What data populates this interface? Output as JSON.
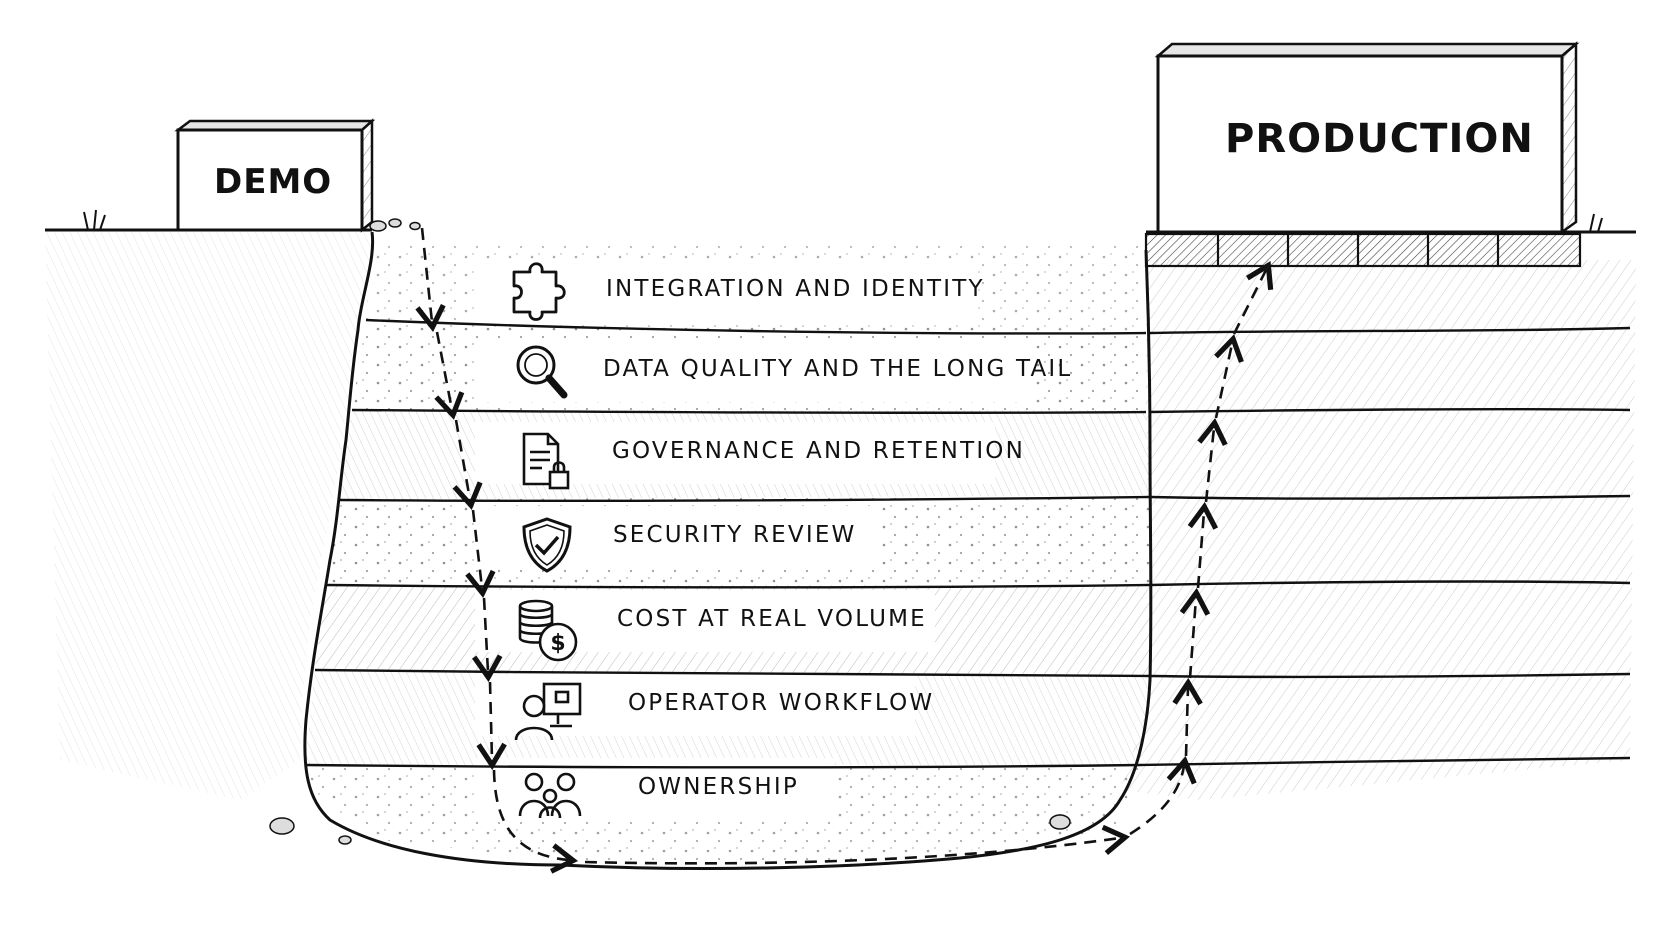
{
  "diagram": {
    "start_box": {
      "label": "DEMO"
    },
    "end_box": {
      "label": "PRODUCTION"
    },
    "layers": [
      {
        "label": "INTEGRATION AND IDENTITY",
        "icon": "puzzle-piece-icon"
      },
      {
        "label": "DATA QUALITY AND THE LONG TAIL",
        "icon": "magnifying-glass-icon"
      },
      {
        "label": "GOVERNANCE AND RETENTION",
        "icon": "document-lock-icon"
      },
      {
        "label": "SECURITY REVIEW",
        "icon": "shield-check-icon"
      },
      {
        "label": "COST AT REAL VOLUME",
        "icon": "coins-dollar-icon"
      },
      {
        "label": "OPERATOR WORKFLOW",
        "icon": "operator-monitor-icon"
      },
      {
        "label": "OWNERSHIP",
        "icon": "team-people-icon"
      }
    ]
  },
  "colors": {
    "ink": "#111111",
    "paper": "#ffffff",
    "hatch": "#9a9a9a"
  }
}
